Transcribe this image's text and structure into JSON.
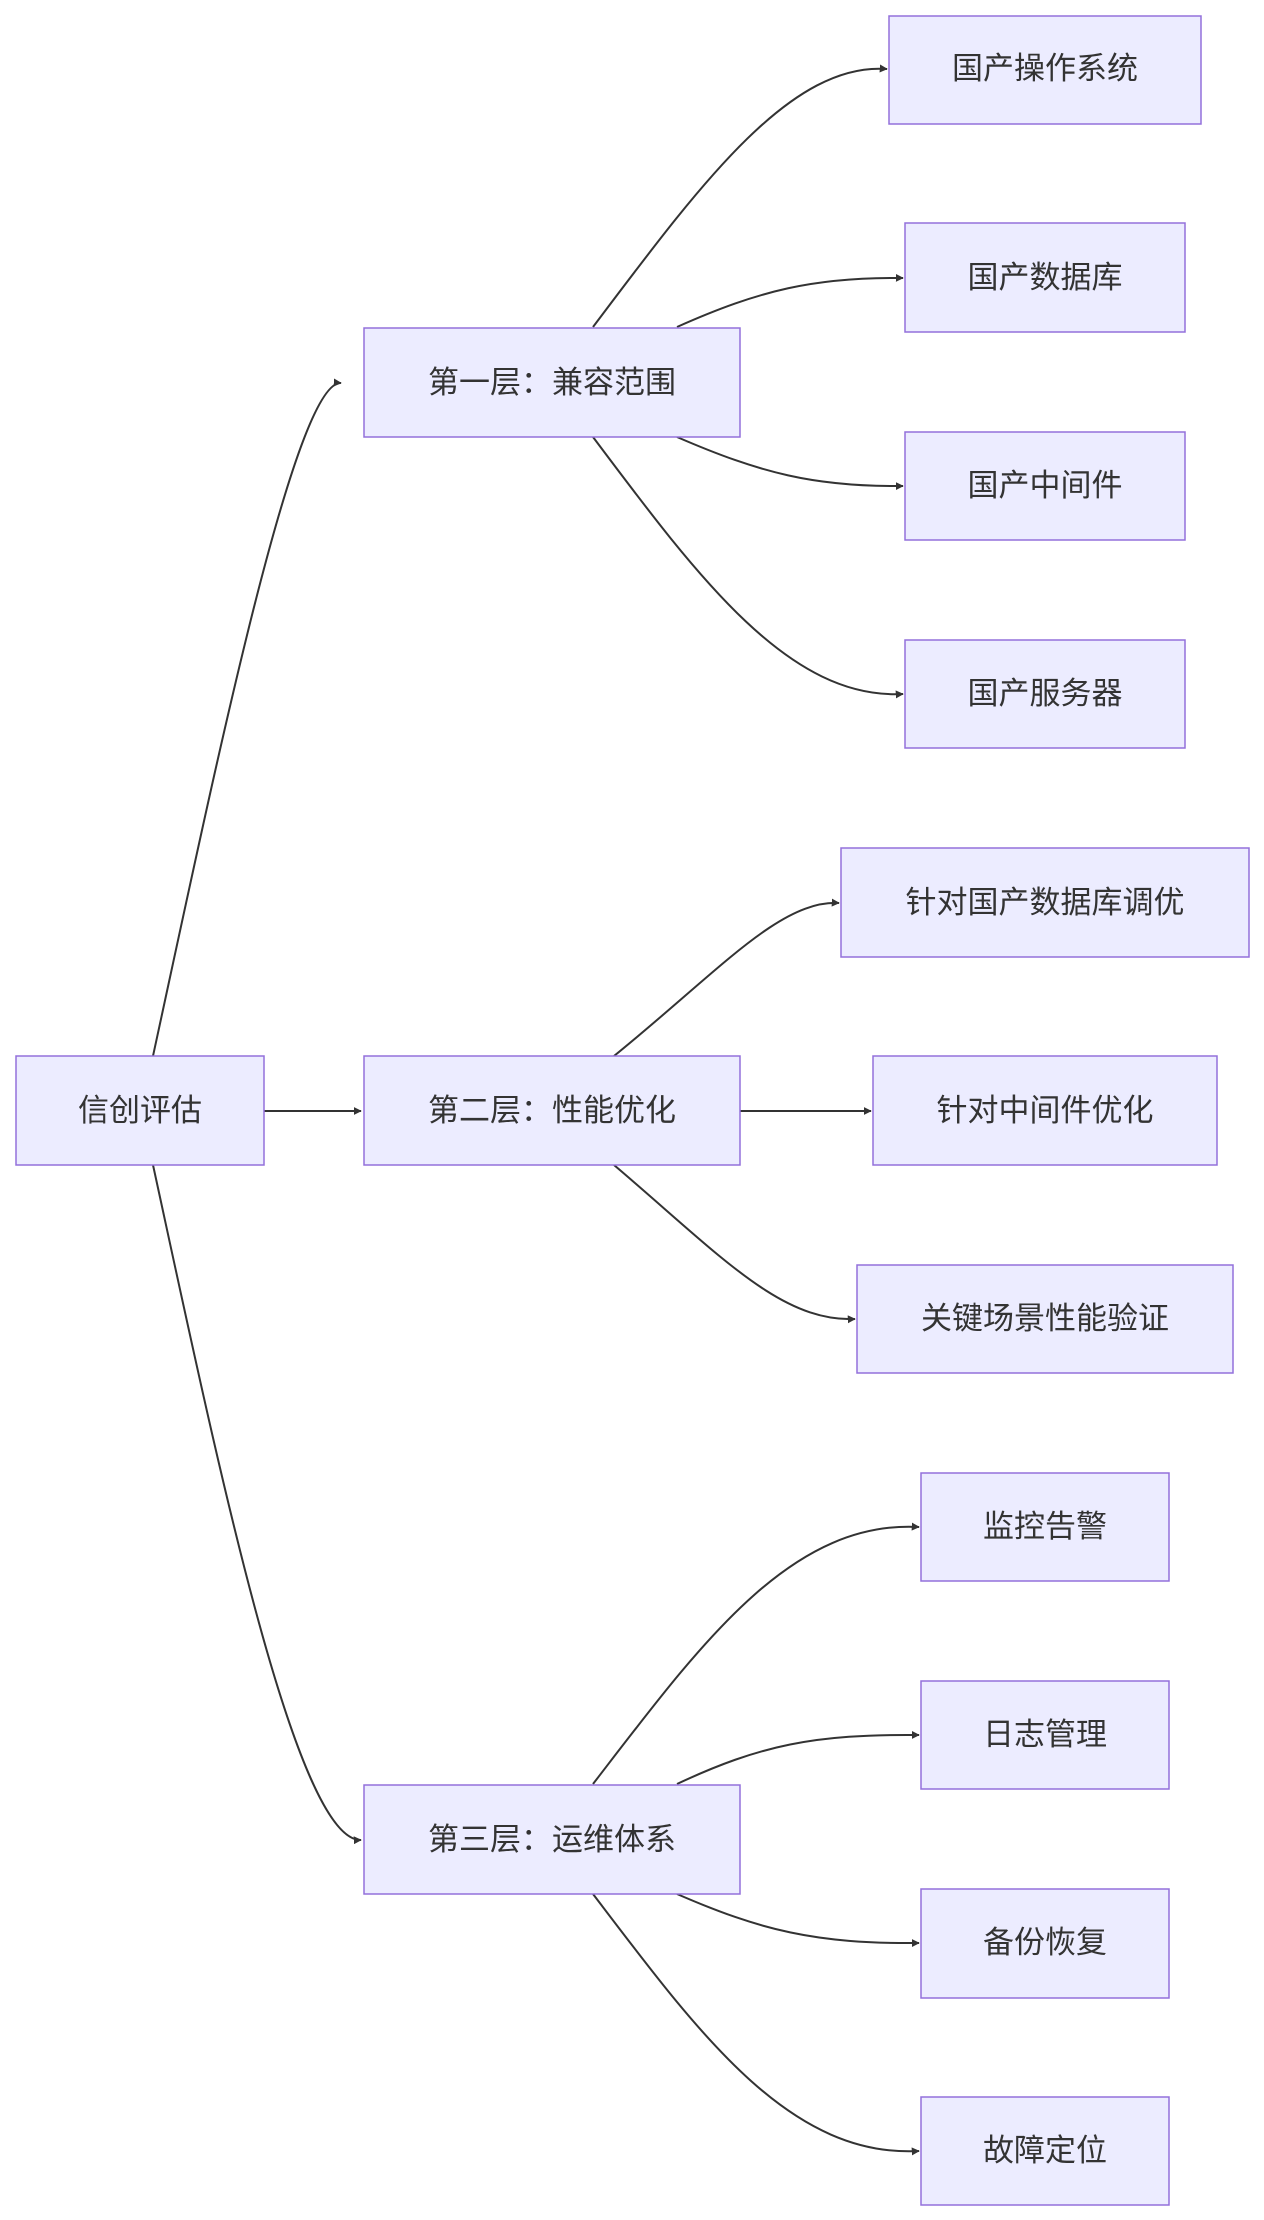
{
  "diagram": {
    "type": "flowchart",
    "direction": "LR",
    "colors": {
      "node_fill": "#ececff",
      "node_stroke": "#9370db",
      "edge": "#333333",
      "text": "#333333"
    },
    "nodes": [
      {
        "id": "root",
        "label": "信创评估"
      },
      {
        "id": "l1",
        "label": "第一层：兼容范围"
      },
      {
        "id": "l2",
        "label": "第二层：性能优化"
      },
      {
        "id": "l3",
        "label": "第三层：运维体系"
      },
      {
        "id": "os",
        "label": "国产操作系统"
      },
      {
        "id": "db",
        "label": "国产数据库"
      },
      {
        "id": "mw",
        "label": "国产中间件"
      },
      {
        "id": "srv",
        "label": "国产服务器"
      },
      {
        "id": "dbtune",
        "label": "针对国产数据库调优"
      },
      {
        "id": "mwopt",
        "label": "针对中间件优化"
      },
      {
        "id": "perf",
        "label": "关键场景性能验证"
      },
      {
        "id": "mon",
        "label": "监控告警"
      },
      {
        "id": "log",
        "label": "日志管理"
      },
      {
        "id": "bak",
        "label": "备份恢复"
      },
      {
        "id": "fault",
        "label": "故障定位"
      }
    ],
    "edges": [
      {
        "from": "root",
        "to": "l1"
      },
      {
        "from": "root",
        "to": "l2"
      },
      {
        "from": "root",
        "to": "l3"
      },
      {
        "from": "l1",
        "to": "os"
      },
      {
        "from": "l1",
        "to": "db"
      },
      {
        "from": "l1",
        "to": "mw"
      },
      {
        "from": "l1",
        "to": "srv"
      },
      {
        "from": "l2",
        "to": "dbtune"
      },
      {
        "from": "l2",
        "to": "mwopt"
      },
      {
        "from": "l2",
        "to": "perf"
      },
      {
        "from": "l3",
        "to": "mon"
      },
      {
        "from": "l3",
        "to": "log"
      },
      {
        "from": "l3",
        "to": "bak"
      },
      {
        "from": "l3",
        "to": "fault"
      }
    ]
  }
}
